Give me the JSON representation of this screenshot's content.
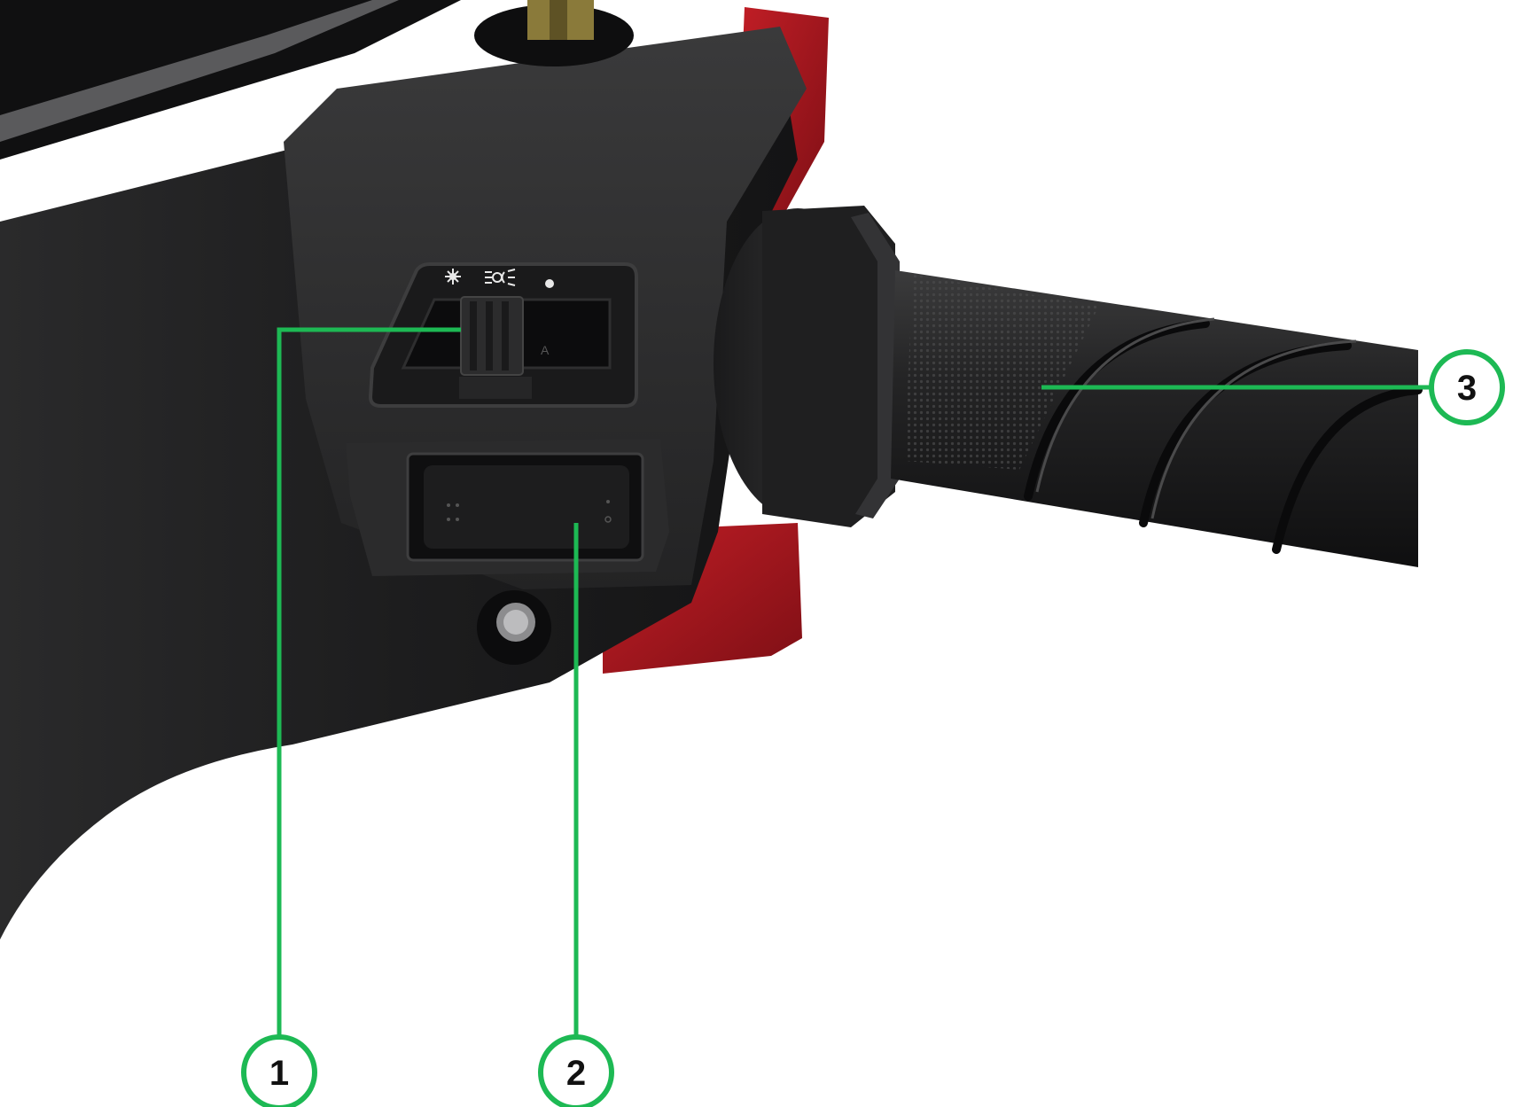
{
  "colors": {
    "callout_green": "#1db954",
    "body_black": "#1b1b1c",
    "accent_red": "#a3151d",
    "background": "#ffffff"
  },
  "switch_icons": [
    "sun-icon",
    "headlight-icon",
    "dot-icon"
  ],
  "switch_letter": "A",
  "callouts": [
    {
      "number": "1",
      "target": "light-switch"
    },
    {
      "number": "2",
      "target": "rocker-switch"
    },
    {
      "number": "3",
      "target": "handlebar-grip"
    }
  ]
}
